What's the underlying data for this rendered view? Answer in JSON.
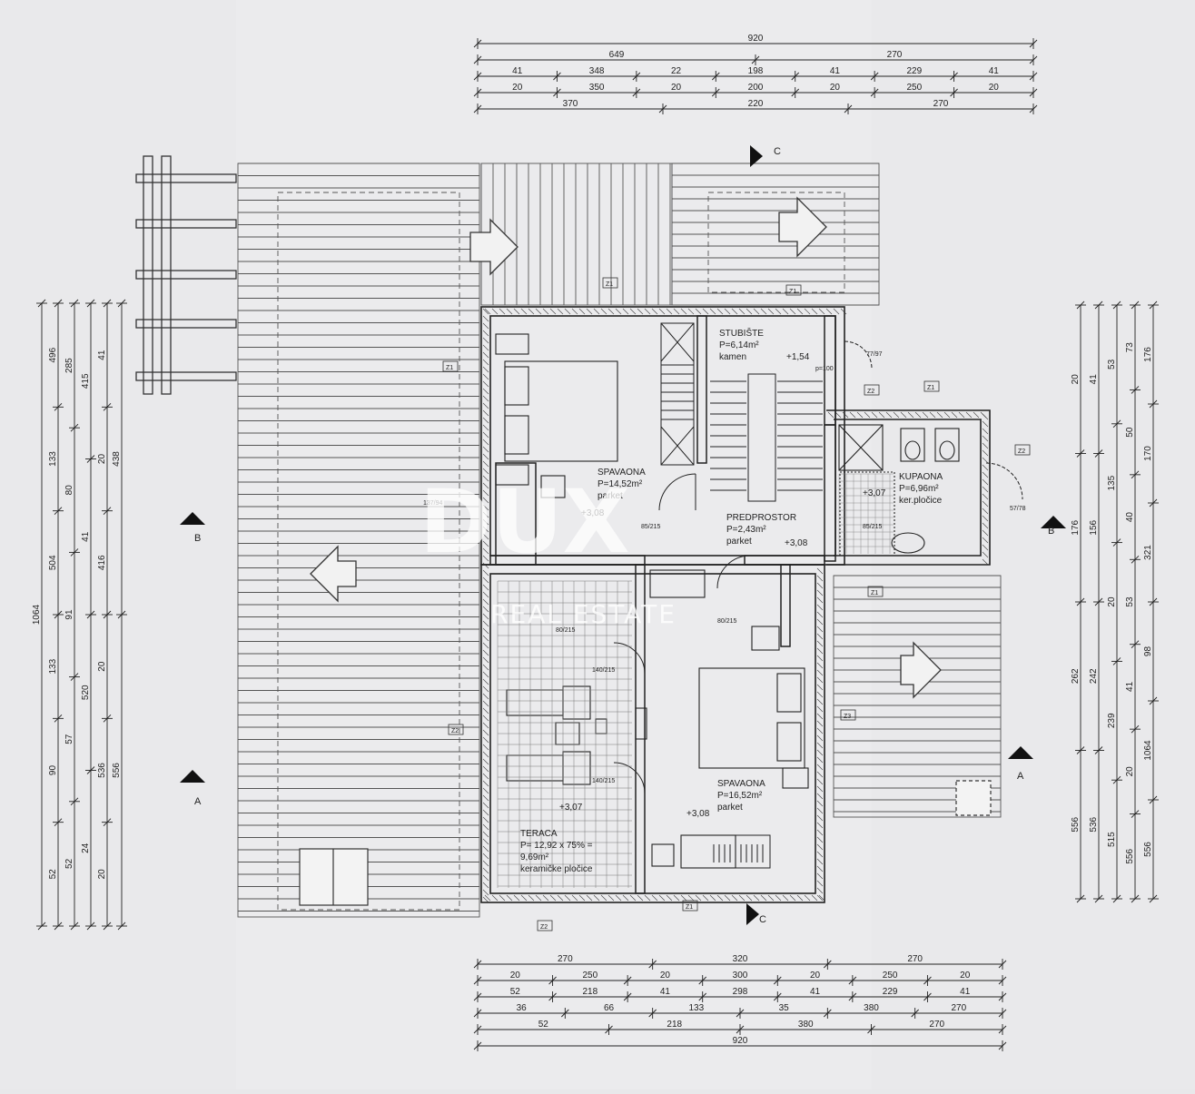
{
  "dimensions": {
    "top": [
      [
        "920"
      ],
      [
        "649",
        "270"
      ],
      [
        "41",
        "348",
        "22",
        "198",
        "41",
        "229",
        "41"
      ],
      [
        "20",
        "350",
        "20",
        "200",
        "20",
        "250",
        "20"
      ],
      [
        "370",
        "220",
        "270"
      ]
    ],
    "bottom": [
      [
        "270",
        "320",
        "270"
      ],
      [
        "20",
        "250",
        "20",
        "300",
        "20",
        "250",
        "20"
      ],
      [
        "52",
        "218",
        "41",
        "298",
        "41",
        "229",
        "41"
      ],
      [
        "36",
        "66",
        "133",
        "35",
        "380",
        "270"
      ],
      [
        "52",
        "218",
        "380",
        "270"
      ],
      [
        "920"
      ]
    ],
    "left": [
      [
        "1064"
      ],
      [
        "496",
        "133",
        "504",
        "133",
        "90",
        "52"
      ],
      [
        "285",
        "80",
        "91",
        "57",
        "52"
      ],
      [
        "415",
        "41",
        "520",
        "24"
      ],
      [
        "41",
        "20",
        "416",
        "20",
        "536",
        "20"
      ],
      [
        "438",
        "556"
      ]
    ],
    "right": [
      [
        "20",
        "176",
        "262",
        "556"
      ],
      [
        "41",
        "156",
        "242",
        "536"
      ],
      [
        "53",
        "135",
        "20",
        "239",
        "515"
      ],
      [
        "73",
        "50",
        "40",
        "53",
        "41",
        "20",
        "556"
      ],
      [
        "176",
        "170",
        "321",
        "98",
        "1064",
        "556"
      ]
    ]
  },
  "rooms": [
    {
      "name": "STUBIŠTE",
      "area": "P=6,14m²",
      "floor": "kamen",
      "level": "+1,54"
    },
    {
      "name": "SPAVAONA",
      "area": "P=14,52m²",
      "floor": "parket",
      "level": "+3,08"
    },
    {
      "name": "KUPAONA",
      "area": "P=6,96m²",
      "floor": "ker.pločice",
      "level": "+3,07"
    },
    {
      "name": "PREDPROSTOR",
      "area": "P=2,43m²",
      "floor": "parket",
      "level": "+3,08"
    },
    {
      "name": "SPAVAONA",
      "area": "P=16,52m²",
      "floor": "parket",
      "level": "+3,08"
    },
    {
      "name": "TERACA",
      "area": "P= 12,92 x 75% =",
      "area2": "9,69m²",
      "floor": "keramičke pločice",
      "level": "+3,07"
    }
  ],
  "doors": [
    "85/215",
    "85/215",
    "80/215",
    "140/215",
    "140/215",
    "80/215",
    "77/97",
    "57/78",
    "137/94"
  ],
  "small_labels": [
    "p=100",
    "Z1",
    "Z2",
    "Z3"
  ],
  "sections": {
    "a": "A",
    "b": "B",
    "c": "C"
  },
  "watermark": {
    "brand": "DUX",
    "sub": "REAL ESTATE"
  }
}
